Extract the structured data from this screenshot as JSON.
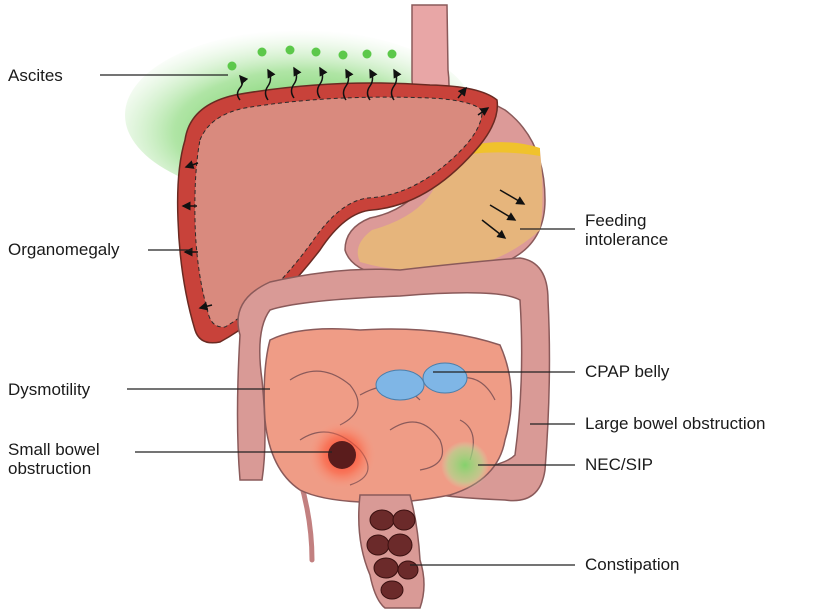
{
  "labels": {
    "ascites": "Ascites",
    "organomegaly": "Organomegaly",
    "dysmotility": "Dysmotility",
    "small_bowel_obstruction_line1": "Small bowel",
    "small_bowel_obstruction_line2": "obstruction",
    "feeding_intolerance_line1": "Feeding",
    "feeding_intolerance_line2": "intolerance",
    "cpap_belly": "CPAP belly",
    "large_bowel_obstruction": "Large bowel obstruction",
    "nec_sip": "NEC/SIP",
    "constipation": "Constipation"
  },
  "colors": {
    "liver": "#d98a7e",
    "liver_rim": "#c8423a",
    "stomach": "#e6b57c",
    "stomach_wall": "#dc9a98",
    "bile": "#f0c22c",
    "colon": "#d99a96",
    "small_bowel": "#ef9c86",
    "cpap_blue": "#7fb6e6",
    "nec_green": "#8fd07a",
    "ascites_green": "#5cc84a",
    "obstruction_red": "#e23a2a",
    "obstruction_core": "#5a1c1c",
    "stool": "#6b2a2a"
  }
}
